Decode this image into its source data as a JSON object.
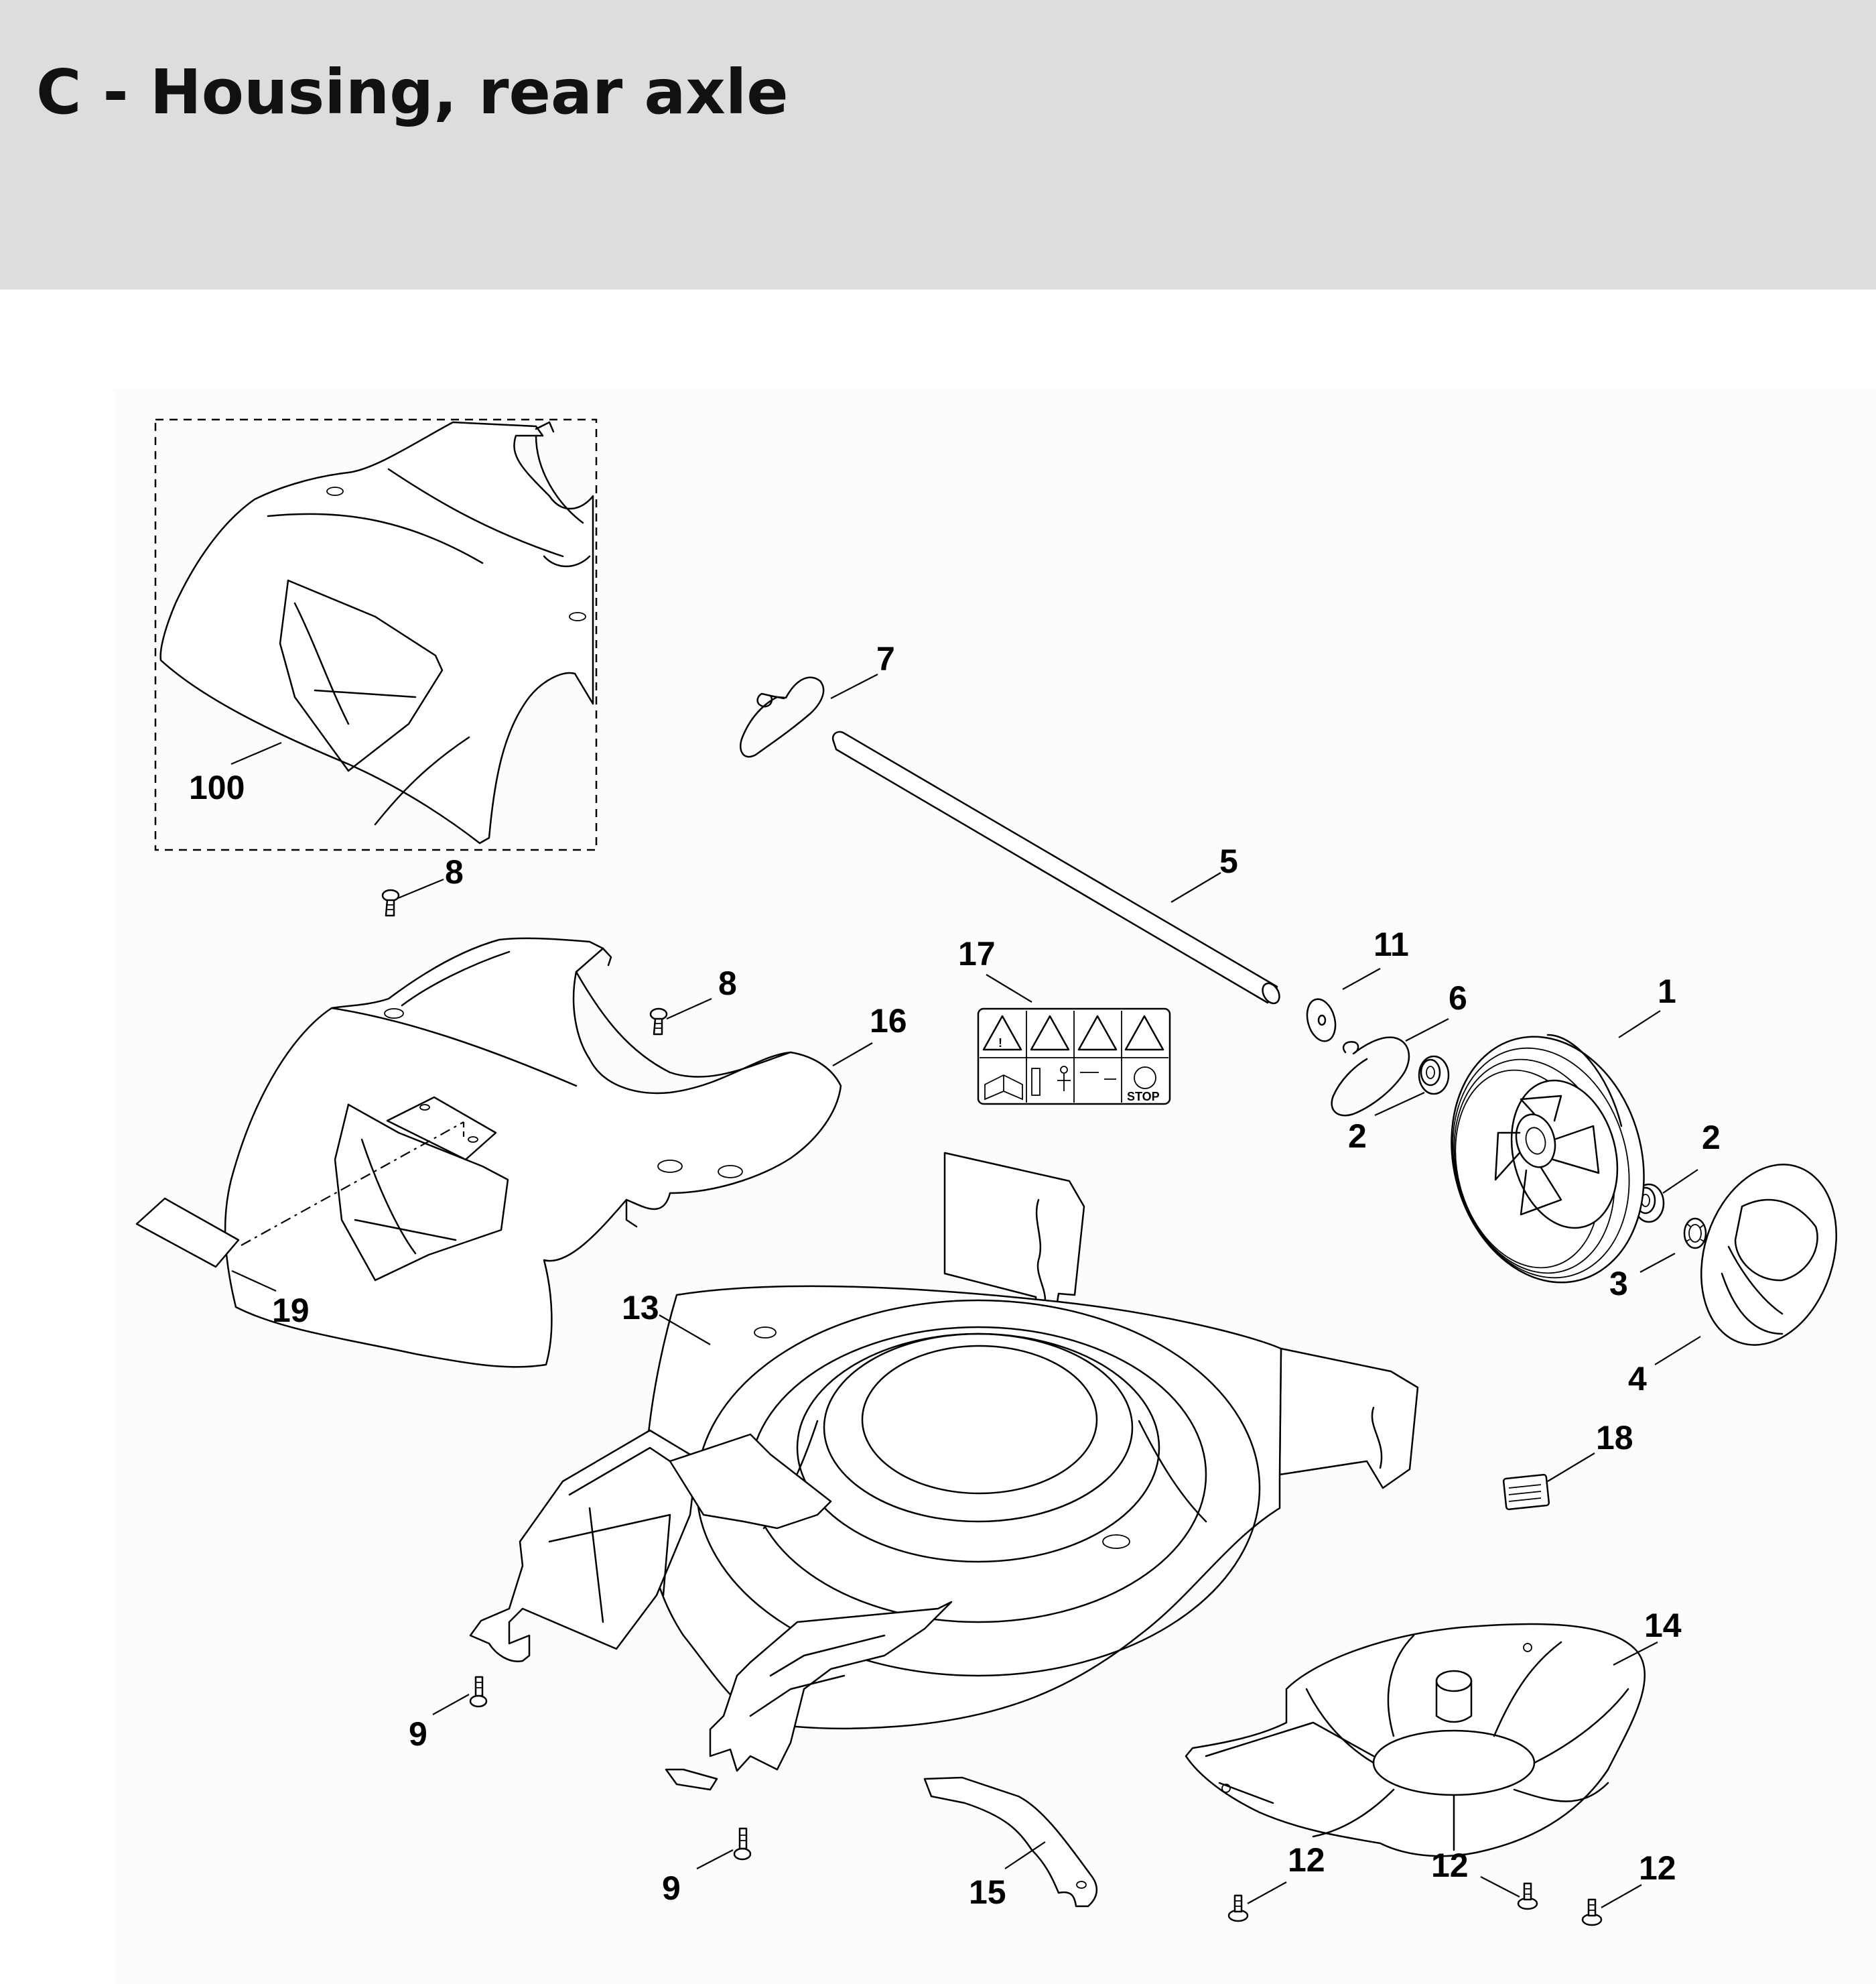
{
  "page": {
    "title": "C - Housing, rear axle"
  },
  "parts": {
    "p1": "1",
    "p2a": "2",
    "p2b": "2",
    "p3": "3",
    "p4": "4",
    "p5": "5",
    "p6": "6",
    "p7": "7",
    "p8a": "8",
    "p8b": "8",
    "p9a": "9",
    "p9b": "9",
    "p11": "11",
    "p12a": "12",
    "p12b": "12",
    "p12c": "12",
    "p13": "13",
    "p14": "14",
    "p15": "15",
    "p16": "16",
    "p17": "17",
    "p18": "18",
    "p19": "19",
    "p100": "100"
  },
  "safety_label": {
    "stop_text": "STOP"
  }
}
